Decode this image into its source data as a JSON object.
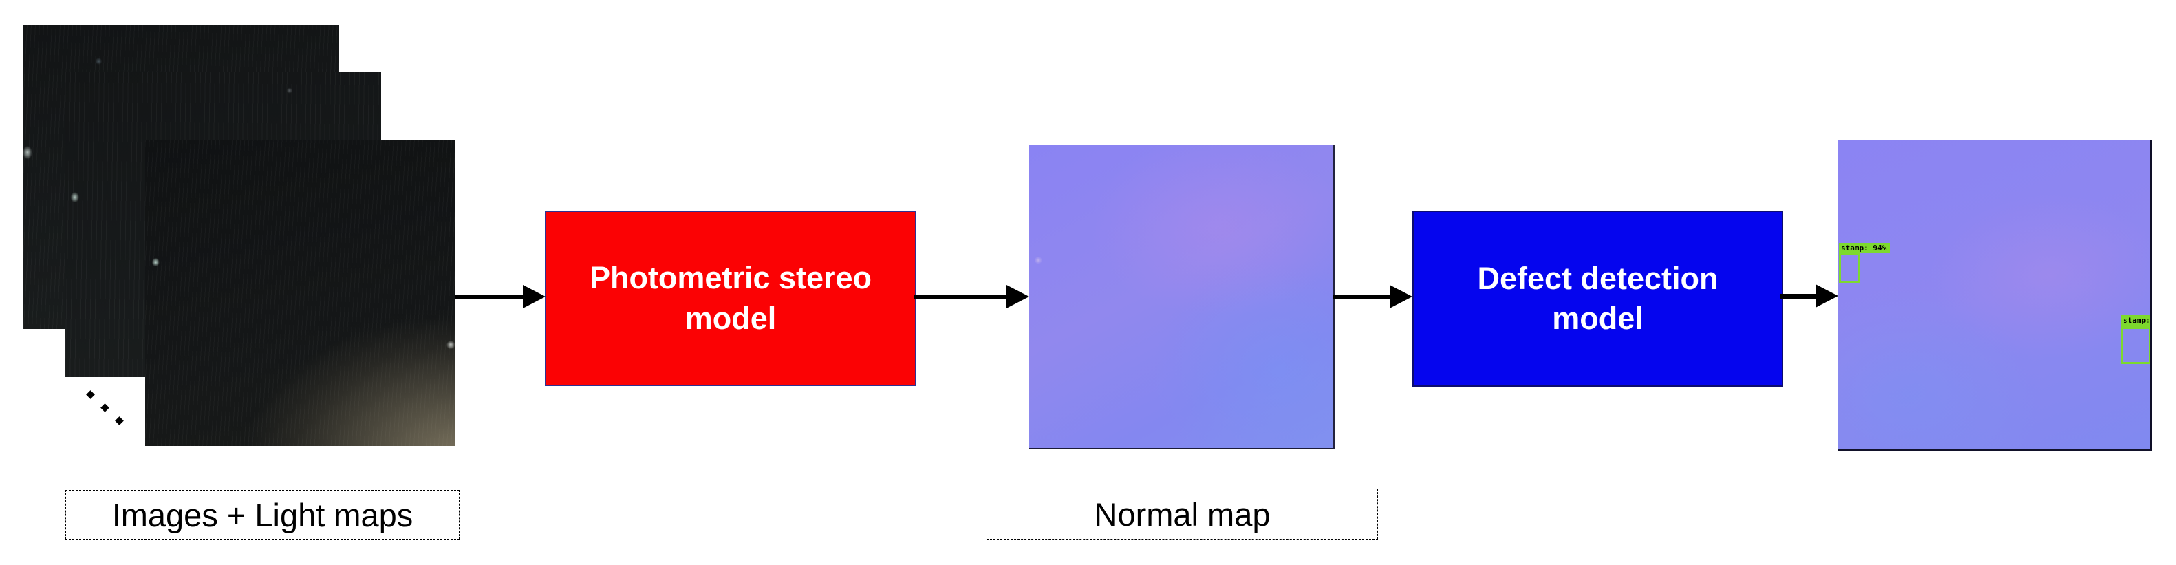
{
  "figure": {
    "input_stack": {
      "caption": "Images + Light maps"
    },
    "boxes": {
      "photometric": {
        "line1": "Photometric stereo",
        "line2": "model"
      },
      "defect": {
        "line1": "Defect detection",
        "line2": "model"
      }
    },
    "normal_map": {
      "caption": "Normal map"
    },
    "output": {
      "detections": [
        {
          "label": "stamp: 94%"
        },
        {
          "label": "stamp:"
        }
      ]
    },
    "colors": {
      "photometric_fill": "#fb0204",
      "photometric_border": "#2e3192",
      "defect_fill": "#0505ee",
      "defect_border": "#0d0d70",
      "detection_green": "#7dd92e",
      "normal_map_base": "#8b84f2",
      "arrow": "#000000",
      "caption_border": "#000000"
    }
  }
}
